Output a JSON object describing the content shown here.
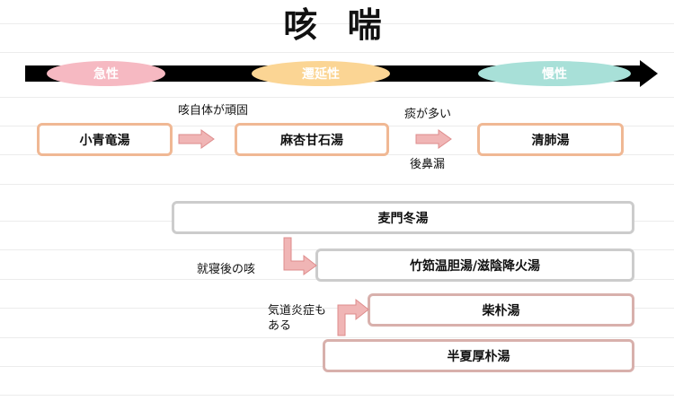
{
  "title": "咳 喘",
  "timeline": {
    "stages": [
      {
        "label": "急性",
        "color": "#f6b9c2"
      },
      {
        "label": "遷延性",
        "color": "#fbd594"
      },
      {
        "label": "慢性",
        "color": "#a8e0d8"
      }
    ]
  },
  "row1": {
    "boxes": [
      "小青竜湯",
      "麻杏甘石湯",
      "清肺湯"
    ],
    "labels": {
      "stubborn_cough": "咳自体が頑固",
      "much_phlegm": "痰が多い",
      "postnasal": "後鼻漏"
    }
  },
  "bottom": {
    "bakumondoto": "麦門冬湯",
    "chikujo_jiin": "竹筎温胆湯/滋陰降火湯",
    "saibokuto": "柴朴湯",
    "hange_kobokuto": "半夏厚朴湯"
  },
  "labels": {
    "bedtime_cough": "就寝後の咳",
    "airway_line1": "気道炎症も",
    "airway_line2": "ある"
  },
  "colors": {
    "arrow_fill": "#f0b5b5",
    "arrow_stroke": "#de8c8c"
  }
}
